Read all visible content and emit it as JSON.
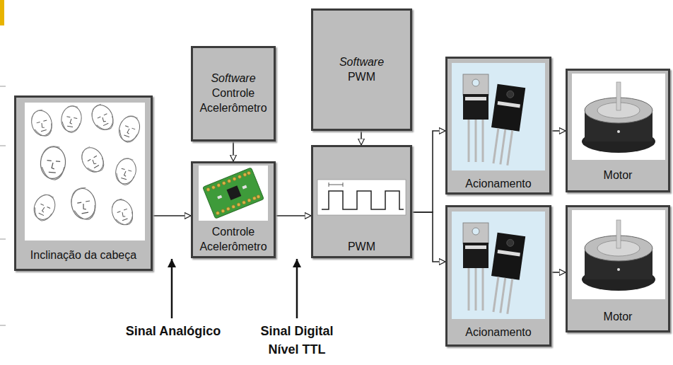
{
  "diagram": {
    "nodes": [
      {
        "text": [
          "Inclinação da cabeça"
        ]
      },
      {
        "text": [
          "Software",
          "Controle Acelerômetro"
        ]
      },
      {
        "text": [
          "Controle Acelerômetro"
        ]
      },
      {
        "text": [
          "Software",
          "PWM"
        ]
      },
      {
        "text": [
          "PWM"
        ]
      },
      {
        "text": [
          "Acionamento"
        ]
      },
      {
        "text": [
          "Motor"
        ]
      },
      {
        "text": [
          "Acionamento"
        ]
      },
      {
        "text": [
          "Motor"
        ]
      }
    ],
    "edges": [
      {
        "from": 0,
        "to": 2,
        "arrow": "to"
      },
      {
        "from": 1,
        "to": 2,
        "arrow": "to"
      },
      {
        "from": 2,
        "to": 4,
        "arrow": "to"
      },
      {
        "from": 3,
        "to": 4,
        "arrow": "to"
      },
      {
        "from": 4,
        "to": 5,
        "arrow": "to"
      },
      {
        "from": 4,
        "to": 7,
        "arrow": "to"
      },
      {
        "from": 5,
        "to": 6,
        "arrow": "to"
      },
      {
        "from": 7,
        "to": 8,
        "arrow": "to"
      }
    ],
    "labels": [
      "Sinal Analógico",
      "Sinal Digital Nível TTL"
    ]
  }
}
